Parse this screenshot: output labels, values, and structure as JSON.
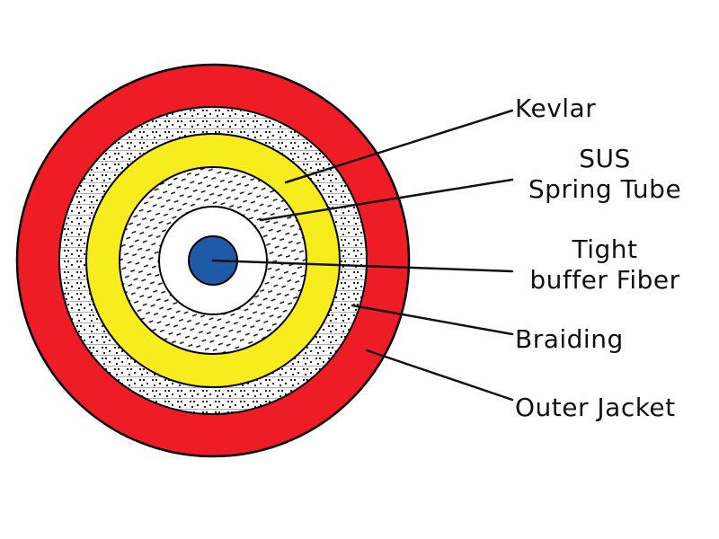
{
  "labels": {
    "kevlar": "Kevlar",
    "sus_line1": "SUS",
    "sus_line2": "Spring Tube",
    "fiber_line1": "Tight",
    "fiber_line2": "buffer Fiber",
    "braiding": "Braiding",
    "outer_jacket": "Outer Jacket"
  },
  "colors": {
    "outer_jacket": "#ee1c24",
    "braiding": "#ffffff",
    "kevlar": "#f7ec1d",
    "spring_tube": "#ffffff",
    "buffer": "#ffffff",
    "fiber_core": "#1e5aa8",
    "outline": "#000000",
    "leader": "#111111"
  }
}
